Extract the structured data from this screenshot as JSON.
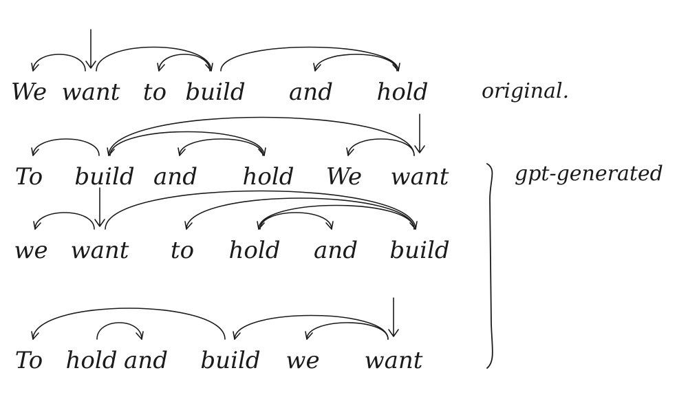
{
  "sentences": [
    {
      "words": [
        "We",
        "want",
        "to",
        "build",
        "and",
        "hold"
      ],
      "root": 1,
      "arcs": [
        [
          1,
          0
        ],
        [
          1,
          3
        ],
        [
          3,
          2
        ],
        [
          3,
          5
        ],
        [
          5,
          4
        ]
      ]
    },
    {
      "words": [
        "To",
        "build",
        "and",
        "hold",
        "We",
        "want"
      ],
      "root": 5,
      "arcs": [
        [
          1,
          0
        ],
        [
          1,
          3
        ],
        [
          3,
          2
        ],
        [
          5,
          4
        ],
        [
          5,
          1
        ]
      ]
    },
    {
      "words": [
        "we",
        "want",
        "to",
        "hold",
        "and",
        "build"
      ],
      "root": 1,
      "arcs": [
        [
          1,
          0
        ],
        [
          1,
          5
        ],
        [
          5,
          2
        ],
        [
          5,
          3
        ],
        [
          3,
          4
        ]
      ]
    },
    {
      "words": [
        "To",
        "hold",
        "and",
        "build",
        "we",
        "want"
      ],
      "root": 5,
      "arcs": [
        [
          3,
          0
        ],
        [
          1,
          2
        ],
        [
          5,
          3
        ],
        [
          5,
          4
        ]
      ]
    }
  ],
  "labels": {
    "original": "original.",
    "generated": "gpt-generated"
  }
}
